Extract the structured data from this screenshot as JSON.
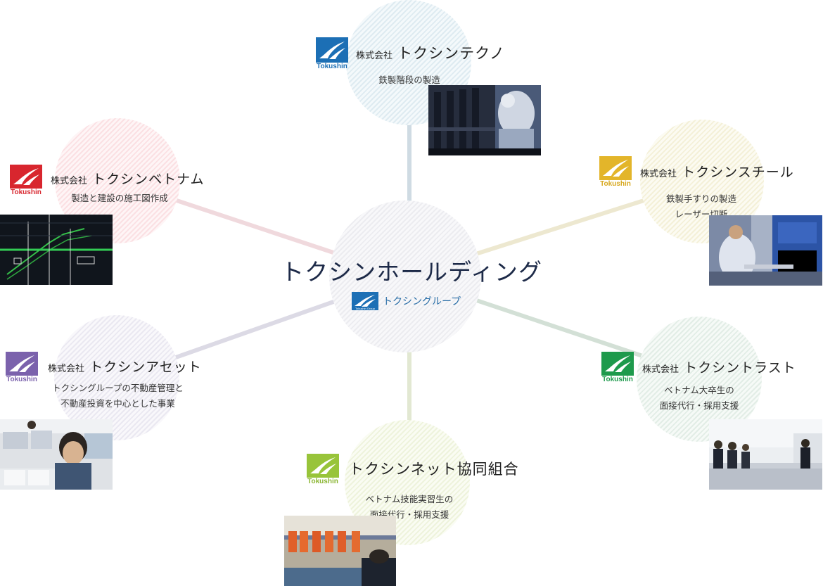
{
  "center": {
    "title": "トクシンホールディング",
    "subtitle": "トクシングループ",
    "logo_caption": "Tokushin Group"
  },
  "companies": [
    {
      "key": "techno",
      "prefix": "株式会社",
      "name": "トクシンテクノ",
      "desc": [
        "鉄製階段の製造"
      ],
      "logo_text": "Tokushin",
      "color": "#1c6fb5"
    },
    {
      "key": "steel",
      "prefix": "株式会社",
      "name": "トクシンスチール",
      "desc": [
        "鉄製手すりの製造",
        "レーザー切断"
      ],
      "logo_text": "Tokushin",
      "color": "#e3b52a"
    },
    {
      "key": "trust",
      "prefix": "株式会社",
      "name": "トクシントラスト",
      "desc": [
        "ベトナム大卒生の",
        "面接代行・採用支援"
      ],
      "logo_text": "Tokushin",
      "color": "#1e9a4c"
    },
    {
      "key": "coop",
      "prefix": "",
      "name": "トクシンネット協同組合",
      "desc": [
        "ベトナム技能実習生の",
        "面接代行・採用支援"
      ],
      "logo_text": "Tokushin",
      "color": "#98c43a"
    },
    {
      "key": "asset",
      "prefix": "株式会社",
      "name": "トクシンアセット",
      "desc": [
        "トクシングループの不動産管理と",
        "不動産投資を中心とした事業"
      ],
      "logo_text": "Tokushin",
      "color": "#7b62ac"
    },
    {
      "key": "vietnam",
      "prefix": "株式会社",
      "name": "トクシンベトナム",
      "desc": [
        "製造と建設の施工図作成"
      ],
      "logo_text": "Tokushin",
      "color": "#d8262e"
    }
  ]
}
